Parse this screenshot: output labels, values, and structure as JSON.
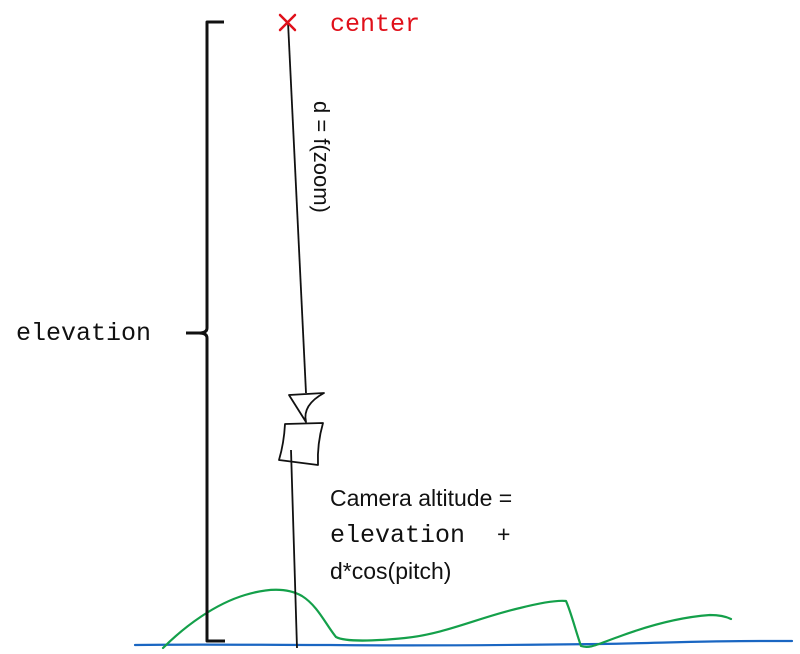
{
  "labels": {
    "center": "center",
    "elevation": "elevation",
    "distance": "d = f(zoom)",
    "altitude_line1": "Camera altitude =",
    "altitude_line2_mono": "elevation",
    "altitude_line2_plus": "+",
    "altitude_line3": "d*cos(pitch)"
  },
  "colors": {
    "center_marker": "#e0101a",
    "center_text": "#e0101a",
    "ink": "#111111",
    "terrain": "#14a04a",
    "ground": "#1a66c2",
    "background": "#ffffff"
  },
  "icons": {
    "center_marker": "x-mark-icon",
    "camera": "camera-icon"
  }
}
